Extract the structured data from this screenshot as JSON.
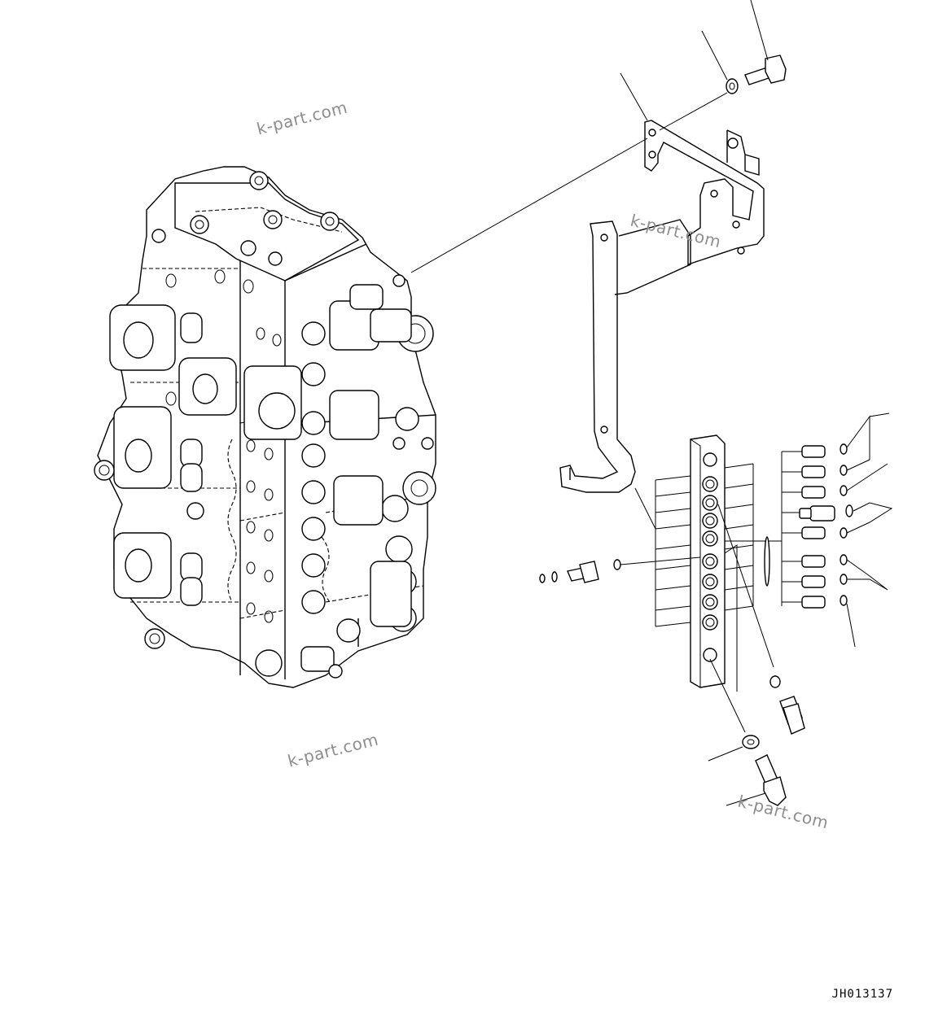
{
  "watermark": "k-part.com",
  "drawing_code": "JH013137",
  "icons": {
    "control_valve": "control-valve-assembly",
    "bracket": "bracket-icon",
    "block": "manifold-block-icon",
    "bolt": "bolt-icon",
    "washer": "washer-icon",
    "connector": "pressure-switch-icon"
  }
}
